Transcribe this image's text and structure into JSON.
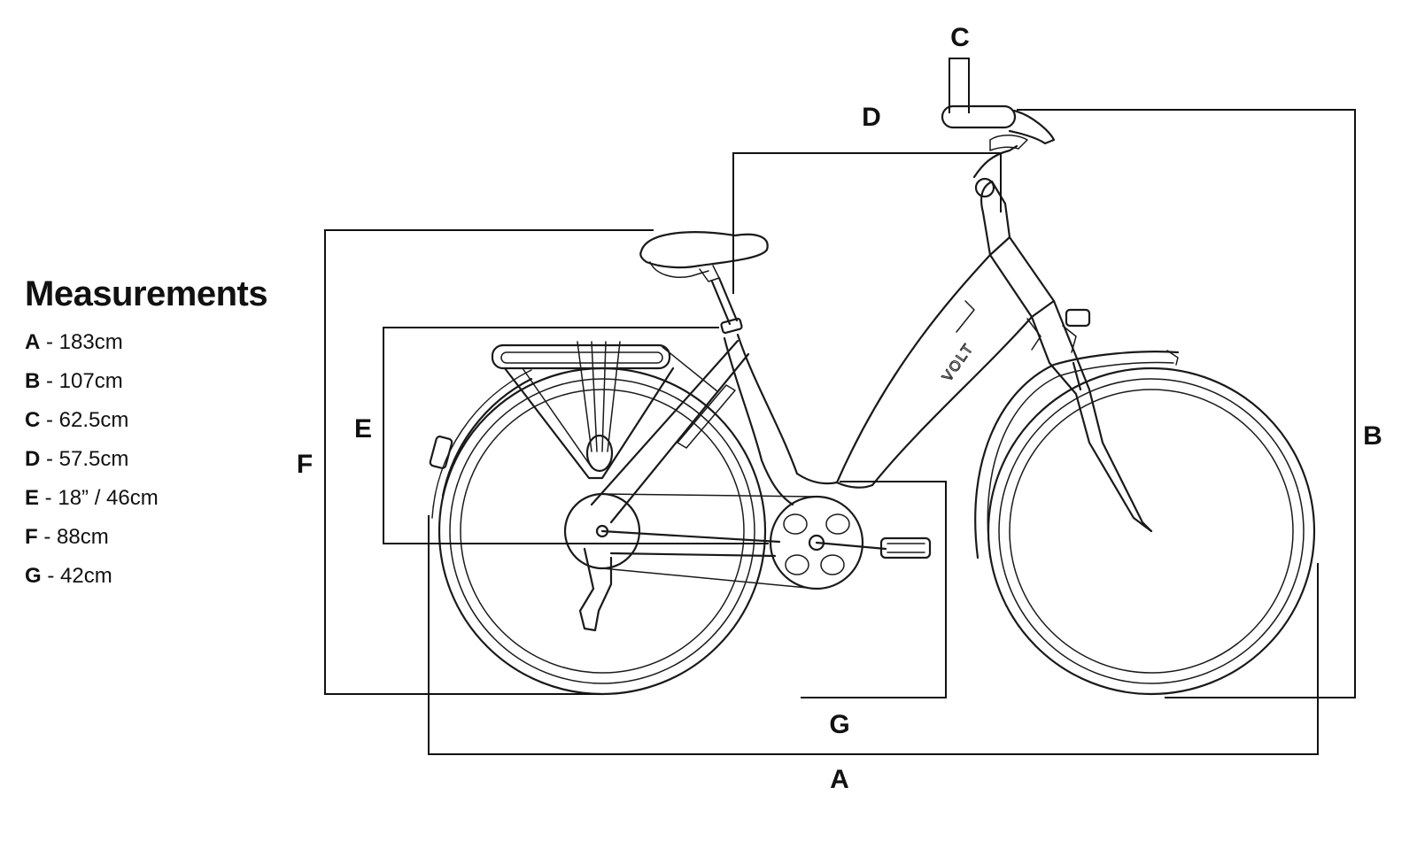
{
  "measurements": {
    "title": "Measurements",
    "items": [
      {
        "key": "A",
        "value": "183cm"
      },
      {
        "key": "B",
        "value": "107cm"
      },
      {
        "key": "C",
        "value": "62.5cm"
      },
      {
        "key": "D",
        "value": "57.5cm"
      },
      {
        "key": "E",
        "value": "18” / 46cm"
      },
      {
        "key": "F",
        "value": "88cm"
      },
      {
        "key": "G",
        "value": "42cm"
      }
    ]
  },
  "diagram": {
    "labels": {
      "A": "A",
      "B": "B",
      "C": "C",
      "D": "D",
      "E": "E",
      "F": "F",
      "G": "G"
    },
    "frame_logo": "VOLT",
    "separator": " - "
  }
}
